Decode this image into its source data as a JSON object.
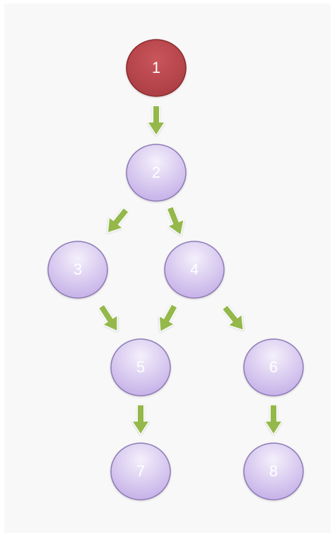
{
  "diagram": {
    "nodes": [
      {
        "id": "1",
        "label": "1",
        "highlighted": true
      },
      {
        "id": "2",
        "label": "2",
        "highlighted": false
      },
      {
        "id": "3",
        "label": "3",
        "highlighted": false
      },
      {
        "id": "4",
        "label": "4",
        "highlighted": false
      },
      {
        "id": "5",
        "label": "5",
        "highlighted": false
      },
      {
        "id": "6",
        "label": "6",
        "highlighted": false
      },
      {
        "id": "7",
        "label": "7",
        "highlighted": false
      },
      {
        "id": "8",
        "label": "8",
        "highlighted": false
      }
    ],
    "edges": [
      {
        "from": "1",
        "to": "2"
      },
      {
        "from": "2",
        "to": "3"
      },
      {
        "from": "2",
        "to": "4"
      },
      {
        "from": "3",
        "to": "5"
      },
      {
        "from": "4",
        "to": "5"
      },
      {
        "from": "4",
        "to": "6"
      },
      {
        "from": "5",
        "to": "7"
      },
      {
        "from": "6",
        "to": "8"
      }
    ],
    "colors": {
      "highlight_fill": "#b94a4f",
      "highlight_stroke": "#8a2a2e",
      "node_fill_top": "#efe9f8",
      "node_fill_bottom": "#c8b4ea",
      "node_stroke": "#8e7bb6",
      "arrow_fill": "#94b84a",
      "arrow_stroke": "#ffffff",
      "background": "#f8f8f8"
    }
  }
}
